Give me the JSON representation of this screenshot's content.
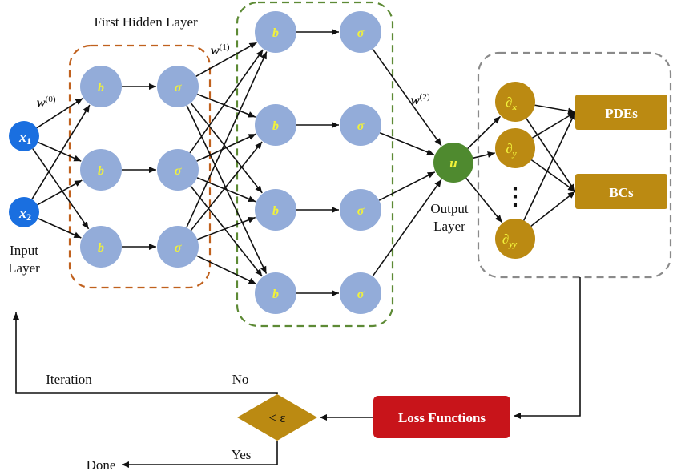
{
  "colors": {
    "input_node": "#1a6fe0",
    "hidden_node": "#93acd9",
    "node_text": "#f2f23a",
    "output_node": "#4f8a2f",
    "deriv_node": "#bb8a12",
    "box_gold": "#bb8a12",
    "loss_box": "#c8141a",
    "layer1_border": "#c0611e",
    "layer2_border": "#5d8a35",
    "deriv_border": "#8a8a8a"
  },
  "labels": {
    "first_hidden_layer": "First Hidden Layer",
    "input_layer_line1": "Input",
    "input_layer_line2": "Layer",
    "output_layer_line1": "Output",
    "output_layer_line2": "Layer",
    "iteration": "Iteration",
    "no": "No",
    "yes": "Yes",
    "done": "Done"
  },
  "inputs": [
    {
      "base": "x",
      "sub": "1"
    },
    {
      "base": "x",
      "sub": "2"
    }
  ],
  "weights": [
    {
      "base": "w",
      "sup": "(0)"
    },
    {
      "base": "w",
      "sup": "(1)"
    },
    {
      "base": "w",
      "sup": "(2)"
    }
  ],
  "neuron": {
    "bias": "b",
    "activation": "σ"
  },
  "output_node": "u",
  "derivatives": [
    {
      "base": "∂",
      "sub": "x"
    },
    {
      "base": "∂",
      "sub": "y"
    },
    {
      "base": "∂",
      "sub": "yy"
    }
  ],
  "derivative_ellipsis": "⋮",
  "boxes": {
    "pdes": "PDEs",
    "bcs": "BCs",
    "loss": "Loss Functions",
    "condition": "< ε"
  }
}
